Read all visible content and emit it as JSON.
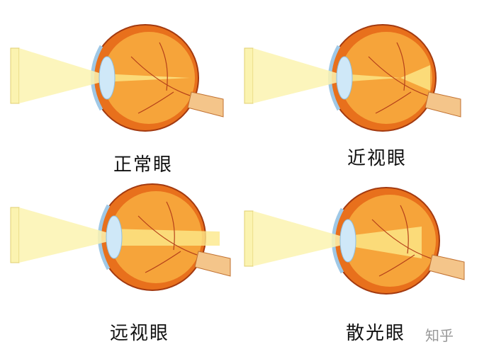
{
  "panels": [
    {
      "label": "正常眼",
      "type": "normal"
    },
    {
      "label": "近视眼",
      "type": "myopia"
    },
    {
      "label": "远视眼",
      "type": "hyperopia"
    },
    {
      "label": "散光眼",
      "type": "astigmatism"
    }
  ],
  "watermark": "知乎",
  "colors": {
    "light": "#fbf3b0",
    "sclera": "#e8701c",
    "inner": "#f6a43a",
    "lens": "#cfe8f8",
    "nerve": "#f4c58a"
  }
}
